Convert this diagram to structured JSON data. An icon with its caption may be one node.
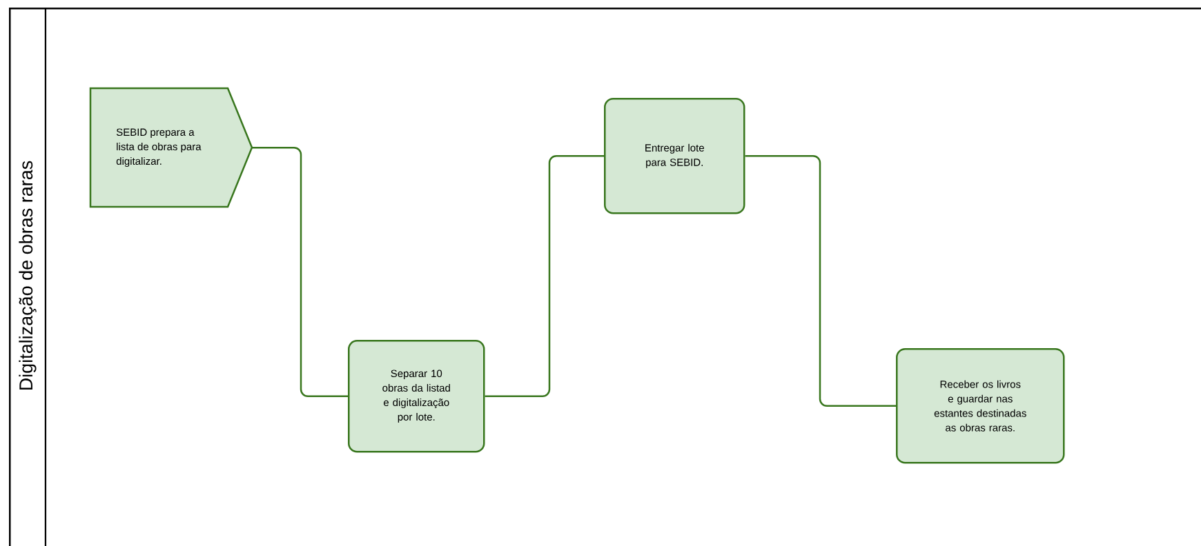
{
  "diagram": {
    "nodes": [
      {
        "text": [
          "Digitalização de obras raras"
        ]
      },
      {
        "text": [
          "SEBID prepara a lista de obras para digitalizar."
        ],
        "in": 0
      },
      {
        "text": [
          "Separar 10 obras da listad e digitalização por lote."
        ],
        "in": 0
      },
      {
        "text": [
          "Entregar lote para SEBID."
        ],
        "in": 0
      },
      {
        "text": [
          "Receber os livros e guardar nas estantes destinadas as obras raras."
        ],
        "in": 0
      }
    ],
    "edges": [
      {
        "from": 1,
        "to": 2,
        "arrow": "none"
      },
      {
        "from": 2,
        "to": 3,
        "arrow": "none"
      },
      {
        "from": 3,
        "to": 4,
        "arrow": "none"
      }
    ]
  }
}
